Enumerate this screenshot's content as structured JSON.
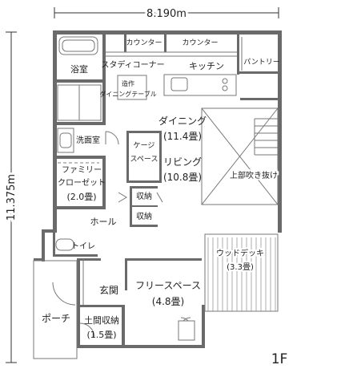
{
  "dimensions": {
    "width": "8.190m",
    "height": "11.375m"
  },
  "floor": "1F",
  "rooms": {
    "bath": "浴室",
    "counter1": "カウンター",
    "counter2": "カウンター",
    "study_corner": "スタディコーナー",
    "kitchen": "キッチン",
    "pantry": "パントリー",
    "dining_table_l1": "造作",
    "dining_table_l2": "ダイニングテーブル",
    "dining_l1": "ダイニング",
    "dining_l2": "(11.4畳)",
    "washroom": "洗面室",
    "cage_l1": "ケージ",
    "cage_l2": "スペース",
    "living_l1": "リビング",
    "living_l2": "(10.8畳)",
    "void": "上部吹き抜け",
    "family_closet_l1": "ファミリー",
    "family_closet_l2": "クローゼット",
    "family_closet_l3": "(2.0畳)",
    "storage1": "収納",
    "storage2": "収納",
    "hall": "ホール",
    "toilet": "トイレ",
    "wood_deck_l1": "ウッドデッキ",
    "wood_deck_l2": "(3.3畳)",
    "entrance": "玄関",
    "free_space_l1": "フリースペース",
    "free_space_l2": "(4.8畳)",
    "porch": "ポーチ",
    "earth_storage_l1": "土間収納",
    "earth_storage_l2": "(1.5畳)"
  }
}
